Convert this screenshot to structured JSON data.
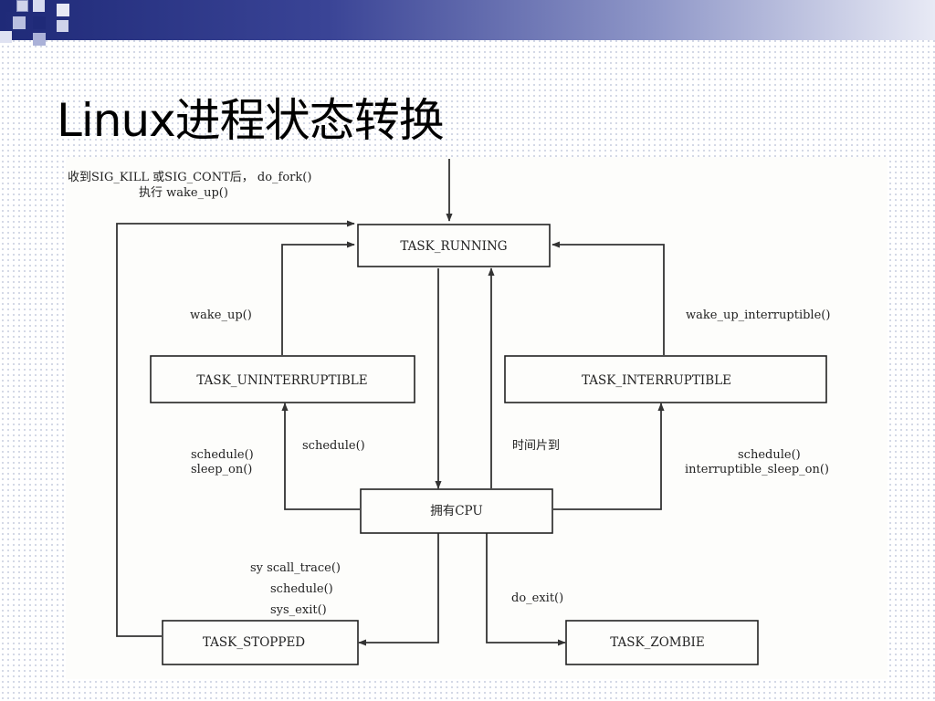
{
  "slide": {
    "title": "Linux进程状态转换",
    "accent_color": "#1f2a78"
  },
  "diagram": {
    "states": {
      "running": "TASK_RUNNING",
      "uninterruptible": "TASK_UNINTERRUPTIBLE",
      "interruptible": "TASK_INTERRUPTIBLE",
      "cpu": "拥有CPU",
      "stopped": "TASK_STOPPED",
      "zombie": "TASK_ZOMBIE"
    },
    "labels": {
      "top_line1": "收到SIG_KILL 或SIG_CONT后， do_fork()",
      "top_line2": "执行 wake_up()",
      "wake_up": "wake_up()",
      "wake_up_interruptible": "wake_up_interruptible()",
      "schedule_mid": "schedule()",
      "time_slice": "时间片到",
      "schedule_left_1": "schedule()",
      "schedule_left_2": "sleep_on()",
      "schedule_right_1": "schedule()",
      "schedule_right_2": "interruptible_sleep_on()",
      "syscall_trace": "sy scall_trace()",
      "schedule_low": "schedule()",
      "sys_exit": "sys_exit()",
      "do_exit": "do_exit()"
    }
  }
}
